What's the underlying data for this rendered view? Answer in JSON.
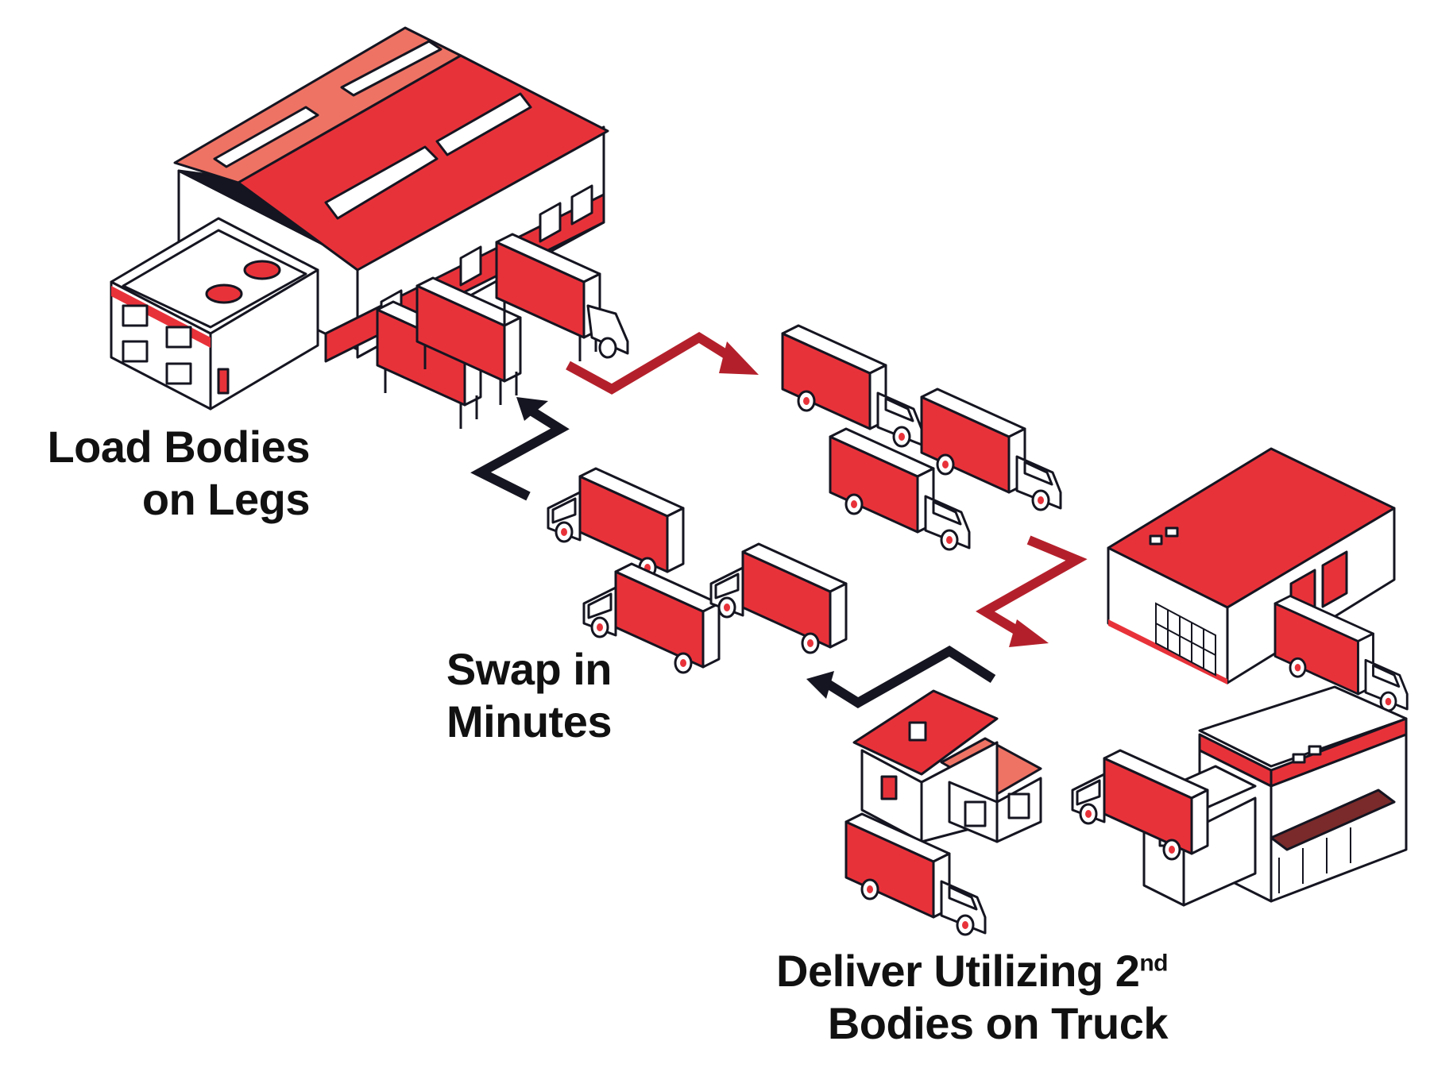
{
  "colors": {
    "red": "#e8323a",
    "salmon": "#ef7364",
    "dark_red": "#b3202b",
    "outline": "#151521",
    "white": "#ffffff"
  },
  "steps": {
    "load": {
      "line1": "Load Bodies",
      "line2": "on Legs"
    },
    "swap": {
      "line1": "Swap in",
      "line2": "Minutes"
    },
    "deliver": {
      "line1_prefix": "Deliver Utilizing 2",
      "line1_sup": "nd",
      "line2": "Bodies on Truck"
    }
  },
  "icons": [
    "warehouse-icon",
    "office-annex-icon",
    "truck-body-on-legs-icon",
    "box-truck-icon",
    "store-building-icon",
    "house-icon",
    "retail-building-icon",
    "flow-arrow-icon"
  ]
}
